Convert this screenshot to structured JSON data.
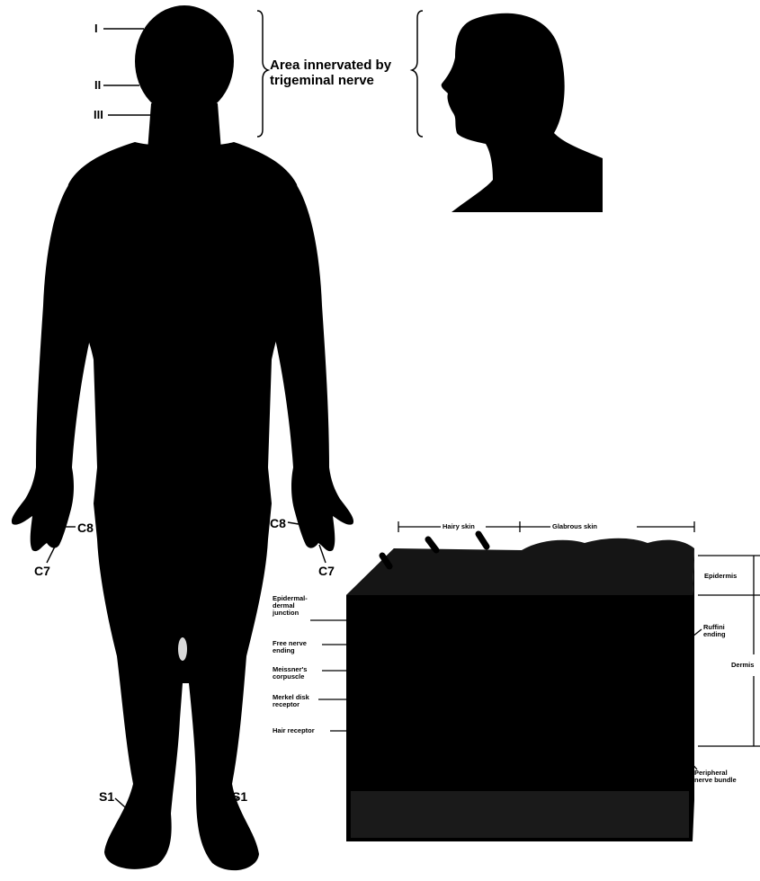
{
  "colors": {
    "silhouette": "#000000",
    "background": "#ffffff",
    "block_top": "#151515"
  },
  "trigeminal": {
    "divisions": [
      "I",
      "II",
      "III"
    ],
    "caption_line1": "Area innervated by",
    "caption_line2": "trigeminal nerve"
  },
  "dermatomes": {
    "left_hand_c8": "C8",
    "left_hand_c7": "C7",
    "right_hand_c8": "C8",
    "right_hand_c7": "C7",
    "left_foot_s1": "S1",
    "right_foot_s1": "S1"
  },
  "skin_block": {
    "hairy_skin": "Hairy skin",
    "glabrous_skin": "Glabrous skin",
    "epidermal_dermal_junction": "Epidermal-dermal junction",
    "free_nerve_ending": "Free nerve ending",
    "meissners_corpuscle": "Meissner's corpuscle",
    "merkel_disk_receptor": "Merkel disk receptor",
    "hair_receptor": "Hair receptor",
    "ruffini_ending": "Ruffini ending",
    "peripheral_nerve_bundle": "Peripheral nerve bundle",
    "epidermis": "Epidermis",
    "dermis": "Dermis"
  }
}
